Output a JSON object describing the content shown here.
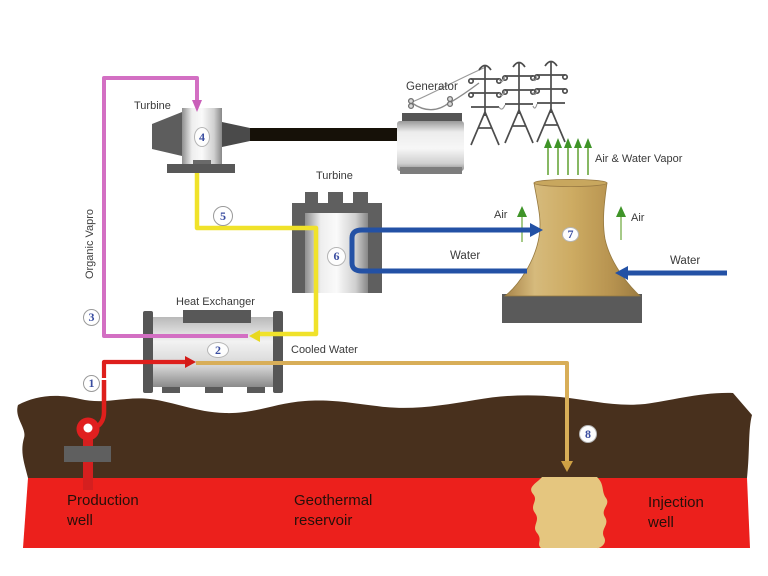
{
  "diagram": {
    "title_hint": "Binary cycle geothermal power plant schematic",
    "labels": {
      "turbine_top": "Turbine",
      "turbine_mid": "Turbine",
      "generator": "Generator",
      "heat_exchanger": "Heat Exchanger",
      "cooled_water": "Cooled Water",
      "organic_vapor": "Organic Vapro",
      "air_water_vapor": "Air & Water Vapor",
      "air_left": "Air",
      "air_right": "Air",
      "water_left": "Water",
      "water_right": "Water",
      "production_well_line1": "Production",
      "production_well_line2": "well",
      "geothermal_line1": "Geothermal",
      "geothermal_line2": "reservoir",
      "injection_well_line1": "Injection",
      "injection_well_line2": "well"
    },
    "markers": {
      "m1": "1",
      "m2": "2",
      "m3": "3",
      "m4": "4",
      "m5": "5",
      "m6": "6",
      "m7": "7",
      "m8": "8"
    },
    "colors": {
      "organic_vapor_pipe": "#d36fc3",
      "vapor_return_pipe": "#f0e22a",
      "hot_water_pipe": "#de1f1c",
      "cooled_water_pipe": "#d8ae58",
      "water_pipe": "#2351a5",
      "air_arrow_green": "#4f9e2e",
      "soil": "#48301d",
      "geothermal_reservoir": "#ec201c",
      "cooling_tower_tan": "#c9a75f",
      "equipment_gray": "#5a5a5a",
      "marker_number_blue": "#3a4da0"
    }
  }
}
